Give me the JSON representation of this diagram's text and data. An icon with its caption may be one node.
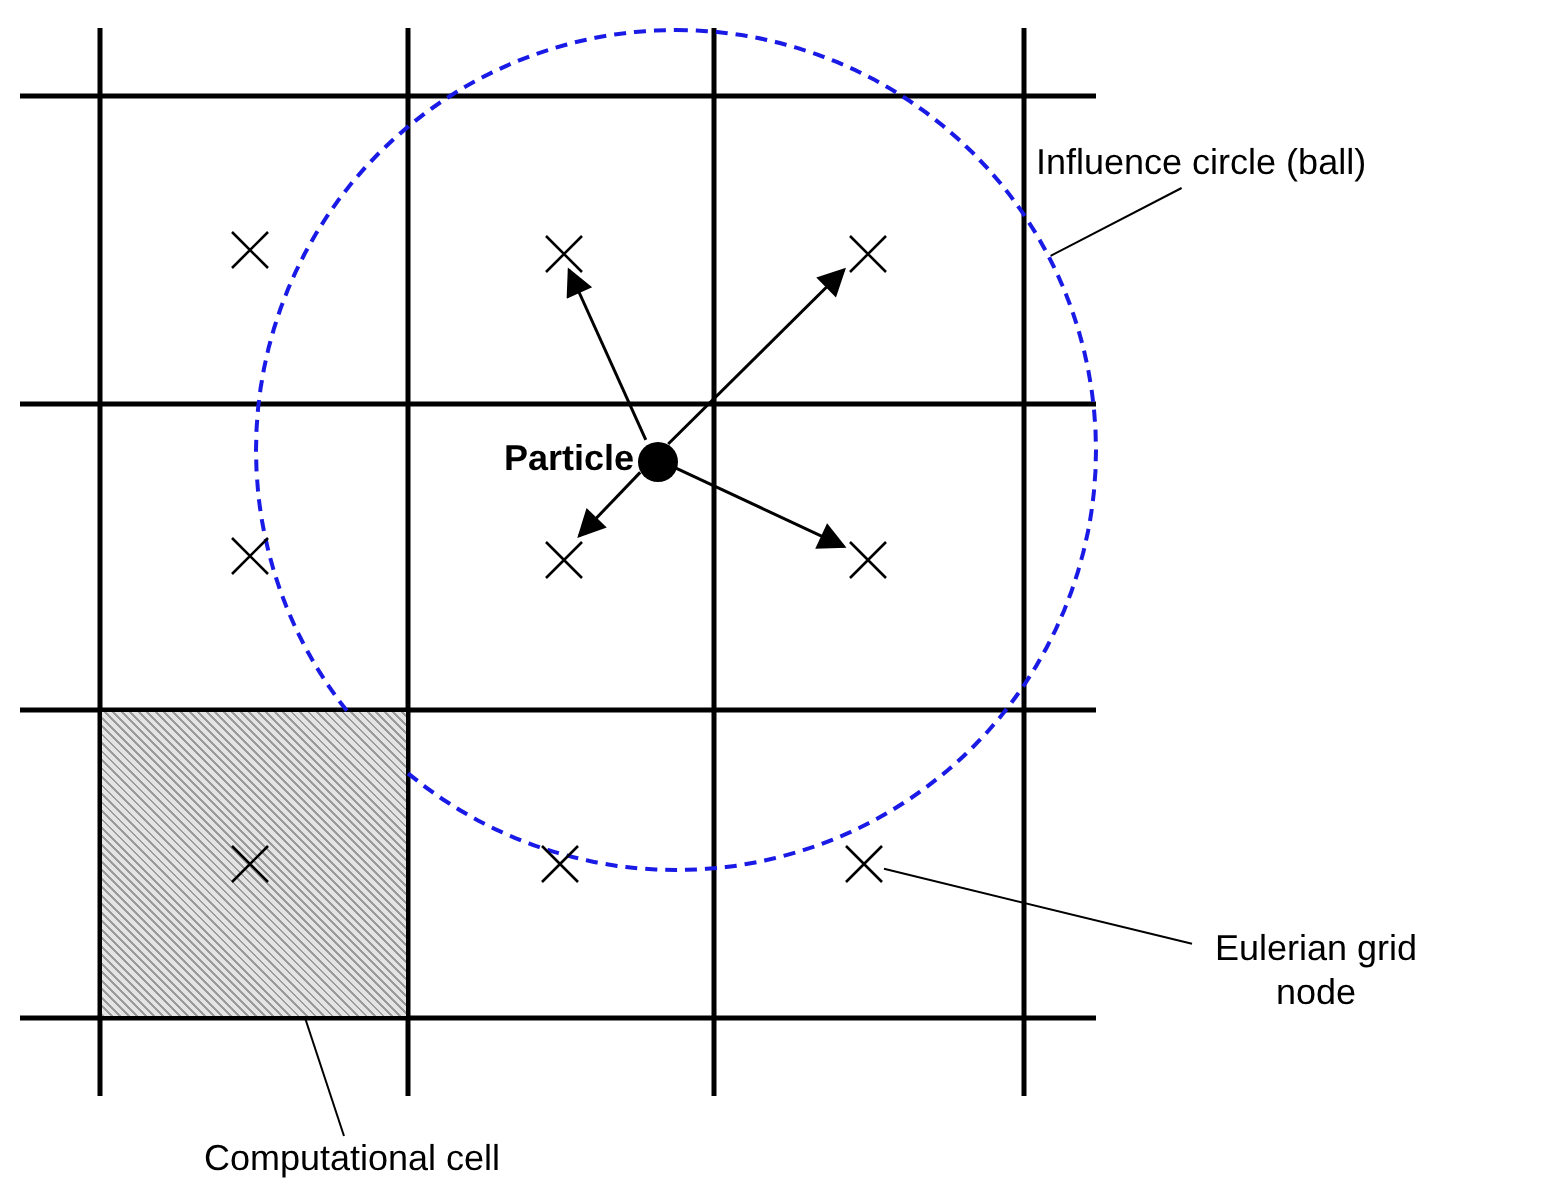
{
  "diagram": {
    "nodes": [
      {
        "text": [
          "Influence circle (ball)"
        ]
      },
      {
        "text": [],
        "shape": "circle"
      },
      {
        "text": [],
        "shape": "cross"
      },
      {
        "text": [],
        "shape": "cross",
        "in": 1
      },
      {
        "text": [],
        "shape": "cross",
        "in": 1
      },
      {
        "text": [
          "Particle"
        ],
        "in": 1
      },
      {
        "text": [],
        "shape": "cross"
      },
      {
        "text": [],
        "shape": "cross",
        "in": 1
      },
      {
        "text": [],
        "shape": "cross",
        "in": 1
      },
      {
        "text": [],
        "shape": "box"
      },
      {
        "text": [],
        "shape": "cross",
        "in": 9
      },
      {
        "text": [],
        "shape": "cross"
      },
      {
        "text": [],
        "shape": "cross"
      },
      {
        "text": [
          "Eulerian grid node"
        ]
      },
      {
        "text": [
          "Computational cell"
        ]
      }
    ],
    "edges": [
      {
        "from": 5,
        "to": 3,
        "arrow": "to"
      },
      {
        "from": 5,
        "to": 4,
        "arrow": "to"
      },
      {
        "from": 5,
        "to": 7,
        "arrow": "to"
      },
      {
        "from": 5,
        "to": 8,
        "arrow": "to"
      },
      {
        "from": 0,
        "to": 1,
        "arrow": "none"
      },
      {
        "from": 13,
        "to": 12,
        "arrow": "none"
      },
      {
        "from": 14,
        "to": 9,
        "arrow": "none"
      }
    ]
  }
}
